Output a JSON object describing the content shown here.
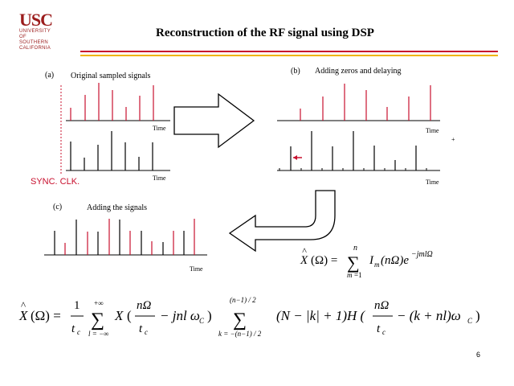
{
  "logo": {
    "name": "USC",
    "line1": "UNIVERSITY",
    "line2": "OF SOUTHERN",
    "line3": "CALIFORNIA"
  },
  "title": "Reconstruction of the RF signal using DSP",
  "panels": {
    "a": {
      "tag": "(a)",
      "caption": "Original sampled signals",
      "time1": "Time",
      "time2": "Time",
      "sync": "SYNC. CLK."
    },
    "b": {
      "tag": "(b)",
      "caption": "Adding zeros and delaying",
      "time1": "Time",
      "time2": "Time",
      "plus": "+"
    },
    "c": {
      "tag": "(c)",
      "caption": "Adding the signals",
      "time": "Time"
    }
  },
  "equations": {
    "eq1": "X̂(Ω) = Σ_{m=1}^{n} I_m(nΩ) e^{−jmlΩ}",
    "eq2": "X̂(Ω) = (1/t_c) Σ_{l=−∞}^{+∞} X(nΩ/t_c − jnl ω_C) Σ_{k=−(n−1)/2}^{(n−1)/2} (N − |k| + 1) H(nΩ/t_c − (k+nl) ω_C)"
  },
  "page_number": "6",
  "colors": {
    "accent_red": "#c8102e",
    "accent_gold": "#f0b400"
  }
}
